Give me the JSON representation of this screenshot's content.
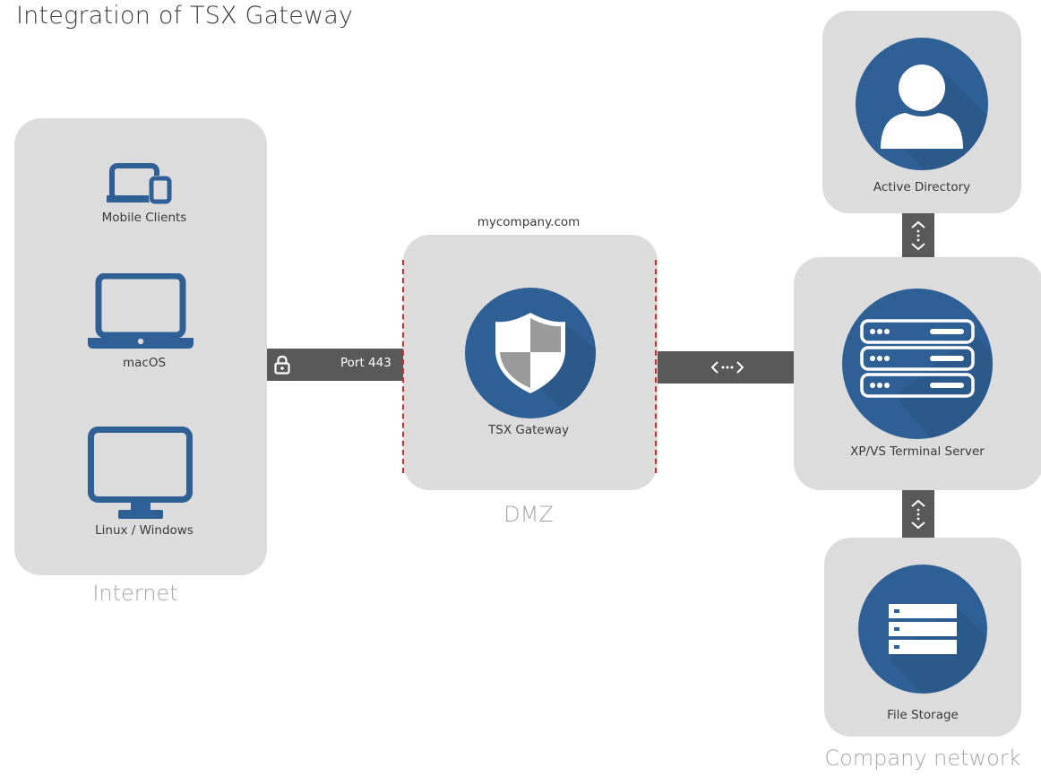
{
  "title": "Integration of TSX Gateway",
  "colors": {
    "panel": "#dcdcdc",
    "brand_blue": "#2e6096",
    "shadow_blue": "#2a5480",
    "connector": "#595959",
    "dmz_border": "#e2242c",
    "zone_label": "#a6a6a6"
  },
  "internet": {
    "zone_label": "Internet",
    "clients": [
      {
        "label": "Mobile Clients",
        "icon": "mobile-devices-icon"
      },
      {
        "label": "macOS",
        "icon": "laptop-icon"
      },
      {
        "label": "Linux / Windows",
        "icon": "desktop-monitor-icon"
      }
    ]
  },
  "connection_internet_dmz": {
    "label": "Port 443",
    "icon": "lock-icon"
  },
  "dmz": {
    "zone_label": "DMZ",
    "domain": "mycompany.com",
    "node_label": "TSX Gateway",
    "icon": "shield-icon"
  },
  "connection_dmz_network": {
    "icon": "bidirectional-arrow-icon"
  },
  "company_network": {
    "zone_label": "Company network",
    "active_directory": {
      "label": "Active Directory",
      "icon": "user-icon"
    },
    "terminal_server": {
      "label": "XP/VS Terminal Server",
      "icon": "server-rack-icon"
    },
    "file_storage": {
      "label": "File Storage",
      "icon": "file-storage-icon"
    }
  }
}
